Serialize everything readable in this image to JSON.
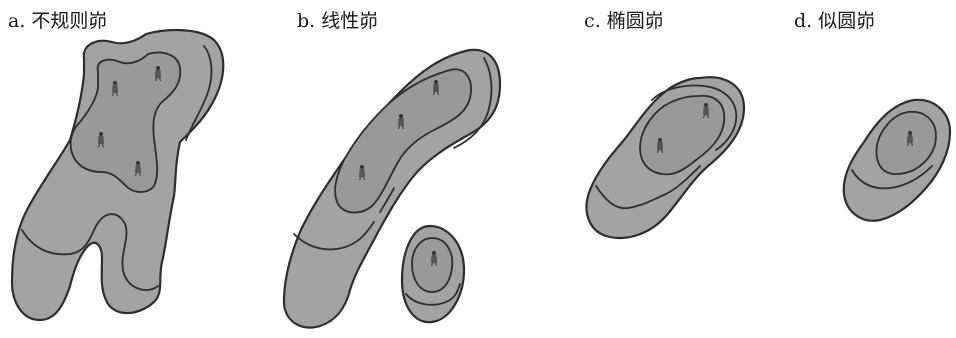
{
  "panels": {
    "a": {
      "label": "a. 不规则峁"
    },
    "b": {
      "label": "b. 线性峁"
    },
    "c": {
      "label": "c. 椭圆峁"
    },
    "d": {
      "label": "d. 似圆峁"
    }
  },
  "colors": {
    "fill_outer": "#a3a3a3",
    "fill_inner": "#999999",
    "stroke": "#2e2e2e",
    "background": "#ffffff"
  },
  "icons": {
    "marker": "well-marker-icon"
  }
}
